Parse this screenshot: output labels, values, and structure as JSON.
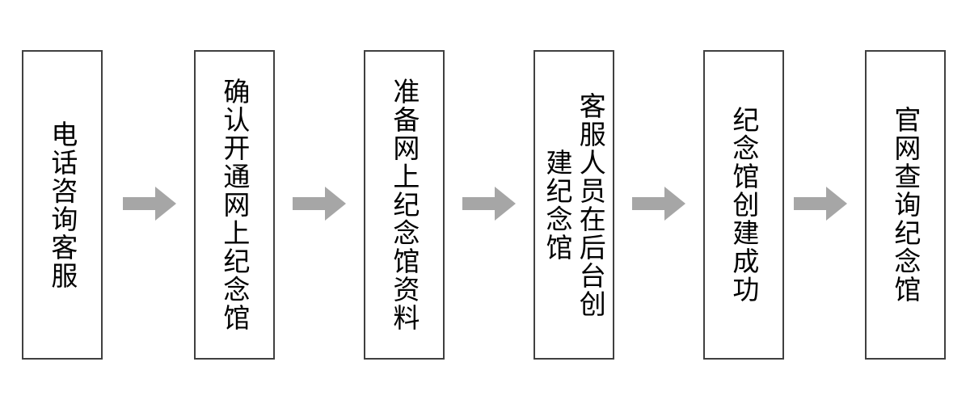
{
  "diagram": {
    "type": "flowchart",
    "orientation": "left-to-right",
    "text_direction": "vertical-rl",
    "colors": {
      "node_border": "#404040",
      "node_fill": "#ffffff",
      "node_text": "#000000",
      "arrow_fill": "#a6a6a6",
      "background": "#ffffff"
    },
    "nodes": [
      {
        "id": "step-1",
        "order": 1,
        "label": "电话咨询客服",
        "char_count": 6,
        "columns": 1
      },
      {
        "id": "step-2",
        "order": 2,
        "label": "确认开通网上纪念馆",
        "char_count": 9,
        "columns": 1
      },
      {
        "id": "step-3",
        "order": 3,
        "label": "准备网上纪念馆资料",
        "char_count": 9,
        "columns": 1
      },
      {
        "id": "step-4",
        "order": 4,
        "label": "客服人员在后台创建纪念馆",
        "char_count": 12,
        "columns": 2
      },
      {
        "id": "step-5",
        "order": 5,
        "label": "纪念馆创建成功",
        "char_count": 7,
        "columns": 1
      },
      {
        "id": "step-6",
        "order": 6,
        "label": "官网查询纪念馆",
        "char_count": 7,
        "columns": 1
      }
    ],
    "connectors": [
      {
        "id": "arrow-1",
        "from": "step-1",
        "to": "step-2",
        "shape": "block-arrow-right"
      },
      {
        "id": "arrow-2",
        "from": "step-2",
        "to": "step-3",
        "shape": "block-arrow-right"
      },
      {
        "id": "arrow-3",
        "from": "step-3",
        "to": "step-4",
        "shape": "block-arrow-right"
      },
      {
        "id": "arrow-4",
        "from": "step-4",
        "to": "step-5",
        "shape": "block-arrow-right"
      },
      {
        "id": "arrow-5",
        "from": "step-5",
        "to": "step-6",
        "shape": "block-arrow-right"
      }
    ]
  }
}
